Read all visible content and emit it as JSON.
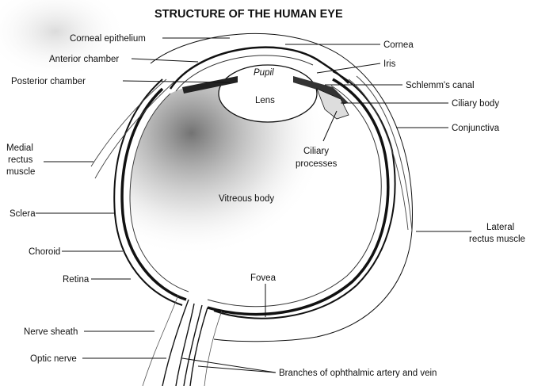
{
  "title": "STRUCTURE OF THE HUMAN EYE",
  "labels": {
    "corneal_epithelium": "Corneal epithelium",
    "anterior_chamber": "Anterior chamber",
    "posterior_chamber": "Posterior chamber",
    "medial_rectus_1": "Medial",
    "medial_rectus_2": "rectus",
    "medial_rectus_3": "muscle",
    "sclera": "Sclera",
    "choroid": "Choroid",
    "retina": "Retina",
    "nerve_sheath": "Nerve sheath",
    "optic_nerve": "Optic nerve",
    "cornea": "Cornea",
    "iris": "Iris",
    "schlemms_canal": "Schlemm's canal",
    "ciliary_body": "Ciliary body",
    "conjunctiva": "Conjunctiva",
    "ciliary_processes_1": "Ciliary",
    "ciliary_processes_2": "processes",
    "pupil": "Pupil",
    "lens": "Lens",
    "vitreous_body": "Vitreous body",
    "lateral_rectus_1": "Lateral",
    "lateral_rectus_2": "rectus muscle",
    "fovea": "Fovea",
    "branches": "Branches of ophthalmic artery and vein"
  },
  "colors": {
    "ink": "#111111",
    "paper": "#ffffff",
    "stipple": "#555555"
  }
}
